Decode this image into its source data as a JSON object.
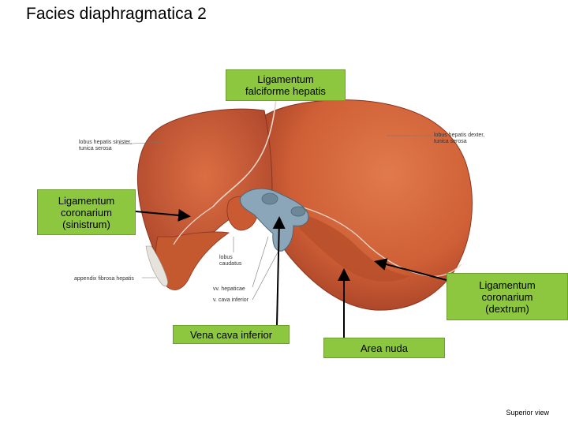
{
  "title": "Facies diaphragmatica 2",
  "labels": {
    "falciforme": "Ligamentum\nfalciforme hepatis",
    "coronarium_sinistrum": "Ligamentum\ncoronarium\n(sinistrum)",
    "coronarium_dextrum": "Ligamentum\ncoronarium\n(dextrum)",
    "vena_cava": "Vena cava inferior",
    "area_nuda": "Area nuda"
  },
  "small_labels": {
    "lobus_sinister": "lobus hepatis sinister,",
    "tunica_serosa_left": "tunica serosa",
    "lobus_dexter": "lobus hepatis dexter,",
    "tunica_serosa_right": "tunica serosa",
    "lobus_caudatus_1": "lobus",
    "lobus_caudatus_2": "caudatus",
    "appendix": "appendix fibrosa hepatis",
    "vv_hepaticae": "vv. hepaticae",
    "v_cava": "v. cava inferior"
  },
  "caption": "Superior view",
  "colors": {
    "liver": "#d2633a",
    "liver_dark": "#a8432a",
    "label_bg": "#8dc63f",
    "vessel": "#8aa6b8"
  }
}
